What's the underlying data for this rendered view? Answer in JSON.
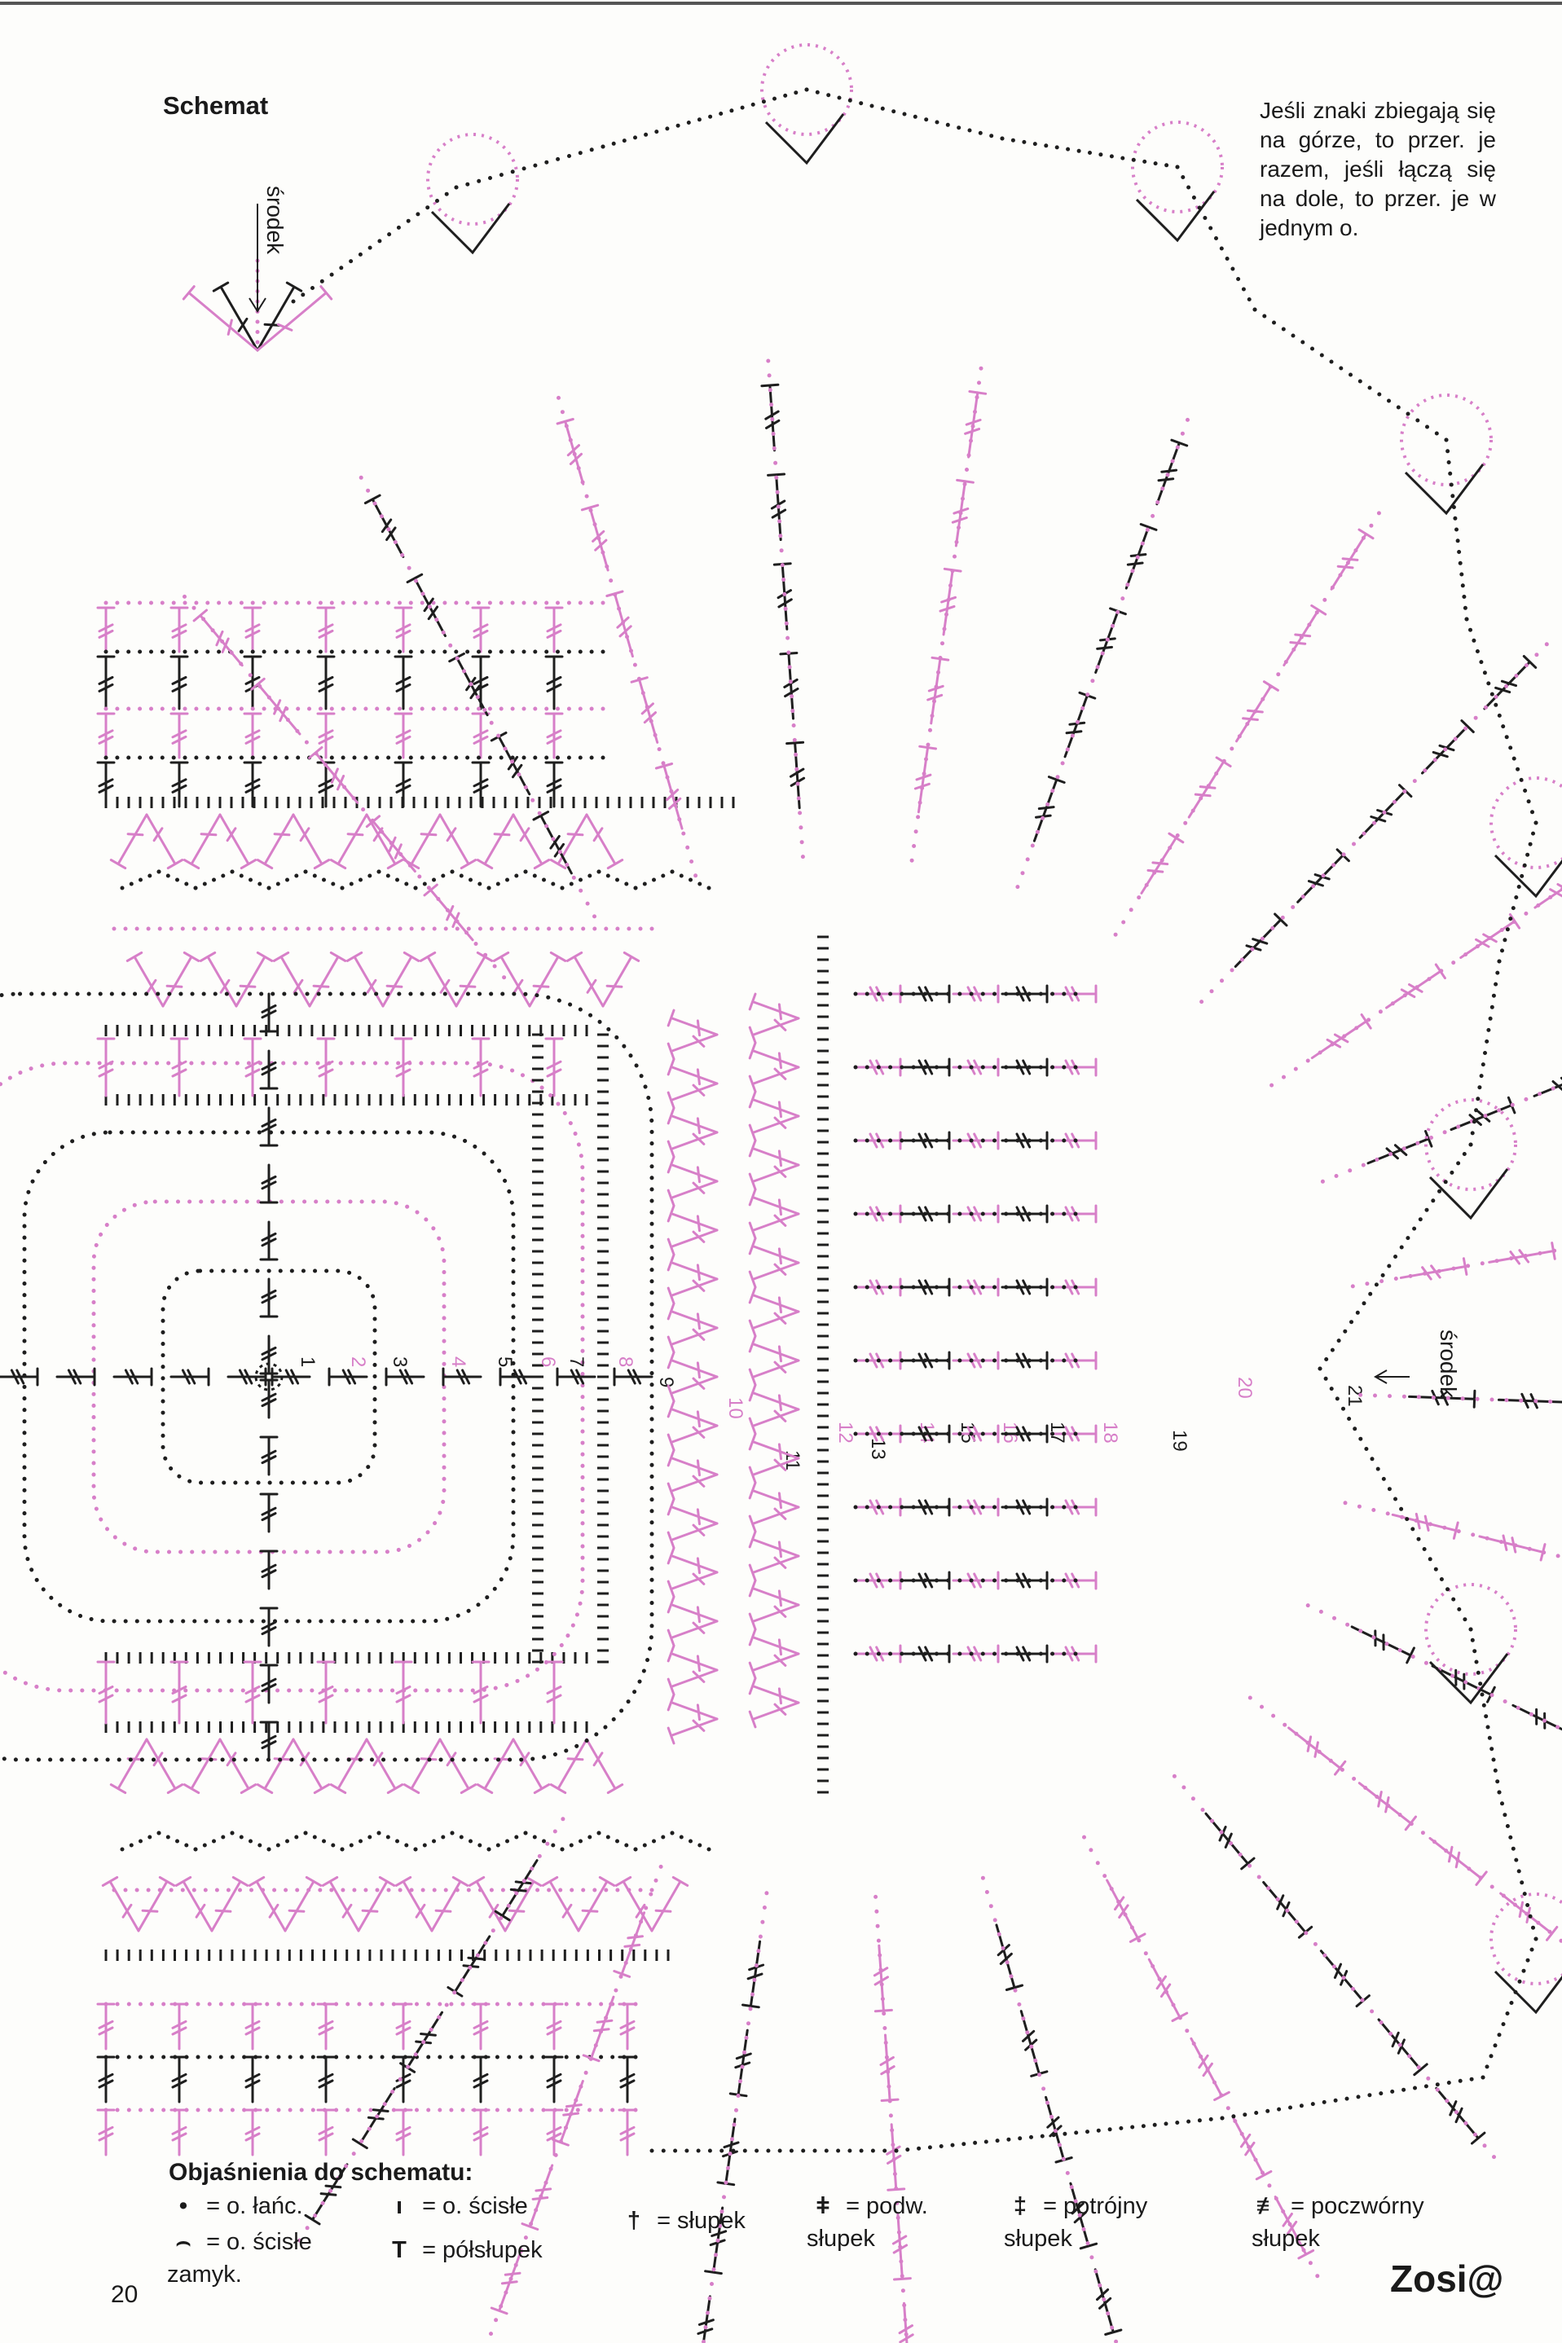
{
  "header": {
    "title": "Schemat"
  },
  "note": {
    "text": "Jeśli znaki zbiegają się na górze, to przer. je razem, jeśli łączą się na dole, to przer. je w jednym o."
  },
  "labels": {
    "center_top": "środek",
    "center_right": "środek"
  },
  "row_numbers": [
    "1",
    "2",
    "3",
    "4",
    "5",
    "6",
    "7",
    "8",
    "9",
    "10",
    "11",
    "12",
    "13",
    "14",
    "15",
    "16",
    "17",
    "18",
    "19",
    "20",
    "21"
  ],
  "legend": {
    "title": "Objaśnienia do schematu:",
    "items": [
      {
        "symbol": "•",
        "text": "= o. łańc."
      },
      {
        "symbol": "⌢",
        "text": "= o. ścisłe zamyk."
      },
      {
        "symbol": "ı",
        "text": "= o. ścisłe"
      },
      {
        "symbol": "T",
        "text": "= półsłupek"
      },
      {
        "symbol": "†",
        "text": "= słupek"
      },
      {
        "symbol": "ǂ",
        "text": "= podw. słupek"
      },
      {
        "symbol": "‡",
        "text": "= potrójny słupek"
      },
      {
        "symbol": "≢",
        "text": "= poczwórny słupek"
      }
    ]
  },
  "footer": {
    "page_number": "20",
    "signature": "Zosi@"
  },
  "colors": {
    "dark": "#1e1e1e",
    "pink": "#d77fc8"
  }
}
